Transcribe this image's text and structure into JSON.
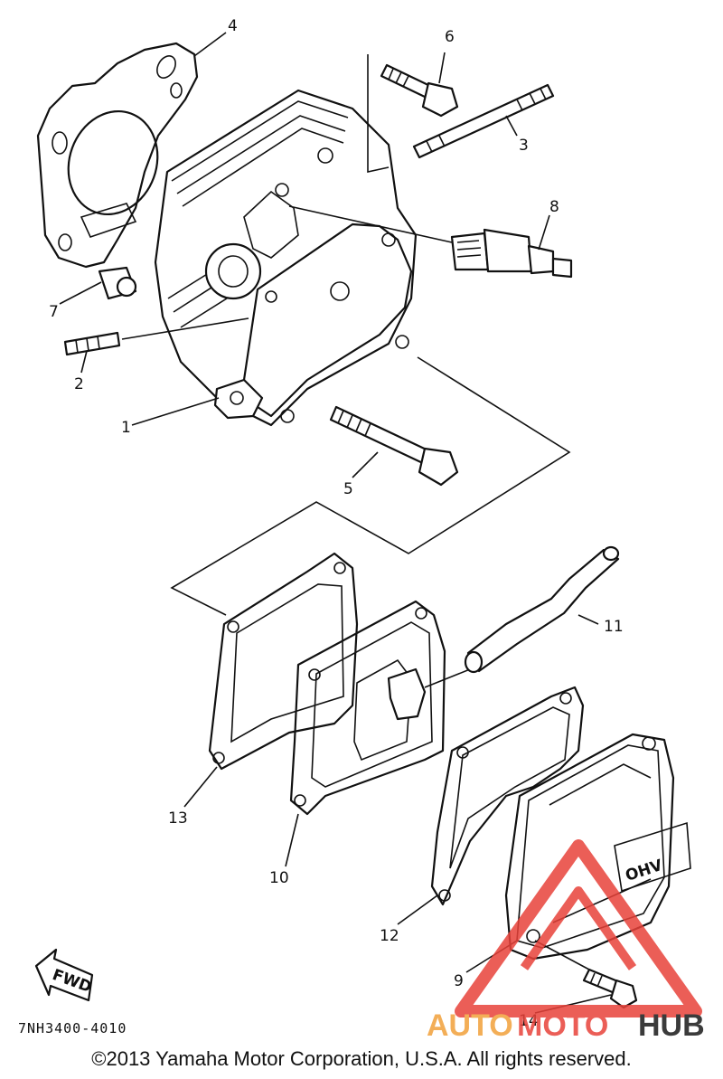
{
  "diagram": {
    "part_numbers": [
      "1",
      "2",
      "3",
      "4",
      "5",
      "6",
      "7",
      "8",
      "9",
      "10",
      "11",
      "12",
      "13",
      "14"
    ],
    "cover_marking": "OHV",
    "direction_label": "FWD",
    "drawing_code": "7NH3400-4010"
  },
  "watermark": {
    "text_auto": "AUTO",
    "text_moto": "MOTO",
    "text_hub": "HUB",
    "color_primary": "#e8423a",
    "color_light": "#f2a13a",
    "color_dark": "#1a1a1a"
  },
  "footer": {
    "copyright": "©2013 Yamaha Motor Corporation, U.S.A. All rights reserved."
  }
}
